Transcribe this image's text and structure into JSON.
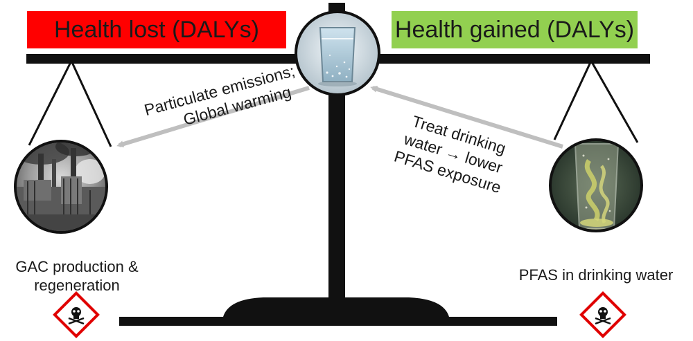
{
  "header": {
    "health_lost": "Health lost (DALYs)",
    "health_gained": "Health gained (DALYs)"
  },
  "arrows": {
    "left_label_line1": "Particulate emissions;",
    "left_label_line2": "Global warming",
    "right_label_line1": "Treat drinking",
    "right_label_line2": "water → lower",
    "right_label_line3": "PFAS exposure"
  },
  "left_pan": {
    "caption_line1": "GAC production &",
    "caption_line2": "regeneration",
    "hazard_icon": "skull-crossbones-icon"
  },
  "right_pan": {
    "caption": "PFAS in drinking water",
    "hazard_icon": "skull-crossbones-icon"
  },
  "center": {
    "icon": "water-glass-icon"
  },
  "colors": {
    "lost": "#ff0000",
    "gained": "#92d050",
    "beam": "#111111",
    "arrow": "#bfbfbf",
    "hazard_red": "#e00000"
  }
}
